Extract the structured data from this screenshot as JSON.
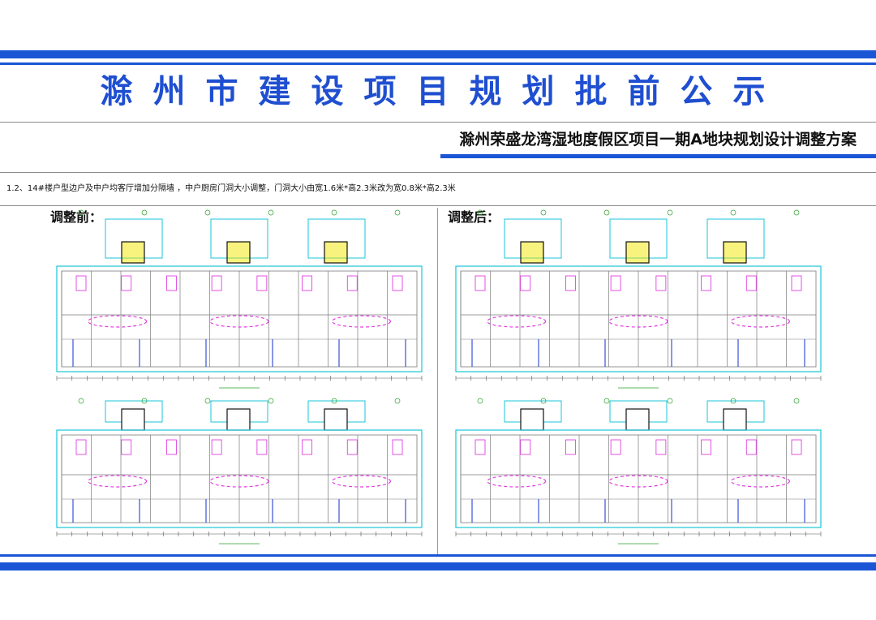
{
  "header": {
    "title": "滁州市建设项目规划批前公示",
    "subtitle": "滁州荣盛龙湾湿地度假区项目一期A地块规划设计调整方案"
  },
  "notice": "1.2、14#楼户型边户及中户均客厅增加分隔墙 ，中户厨房门洞大小调整，门洞大小由宽1.6米*高2.3米改为宽0.8米*高2.3米",
  "panels": {
    "before": {
      "label": "调整前："
    },
    "after": {
      "label": "调整后："
    }
  },
  "colors": {
    "brand_blue": "#1a55d6",
    "title_blue": "#1f4fd0",
    "plan_cyan": "#18c6d8",
    "plan_magenta": "#e040e0",
    "plan_blue": "#3a52d8",
    "plan_gray": "#7a7a7a",
    "plan_yellow": "#f2e600",
    "plan_green": "#2aa02a"
  }
}
